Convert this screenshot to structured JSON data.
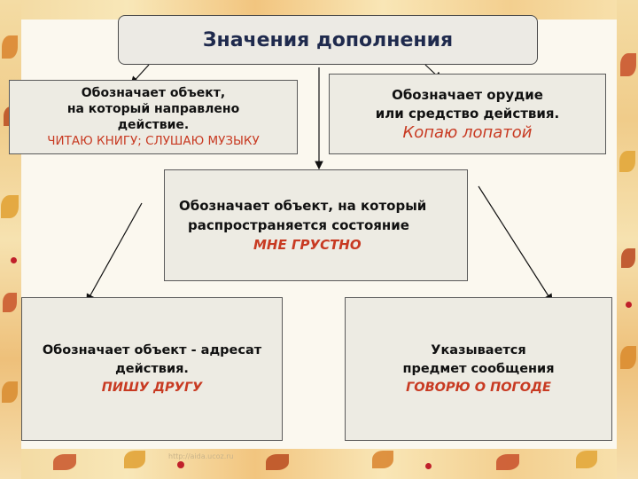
{
  "title": "Значения дополнения",
  "boxes": {
    "top_left": {
      "line1": "Обозначает объект,",
      "line2": "на который направлено",
      "line3": "действие.",
      "example": "ЧИТАЮ КНИГУ; СЛУШАЮ МУЗЫКУ"
    },
    "top_right": {
      "line1": "Обозначает орудие",
      "line2": "или средство действия.",
      "example": "Копаю лопатой"
    },
    "center": {
      "line1": "Обозначает объект, на который",
      "line2": "распространяется состояние",
      "example": "МНЕ ГРУСТНО"
    },
    "bottom_left": {
      "line1": "Обозначает объект - адресат",
      "line2": "действия.",
      "example": "ПИШУ ДРУГУ"
    },
    "bottom_right": {
      "line1": "Указывается",
      "line2": "предмет сообщения",
      "example": "ГОВОРЮ О ПОГОДЕ"
    }
  },
  "watermark": "http://aida.ucoz.ru",
  "colors": {
    "example_text": "#c83a22",
    "box_fill": "#edebe3",
    "title_text": "#1f2a4d"
  }
}
